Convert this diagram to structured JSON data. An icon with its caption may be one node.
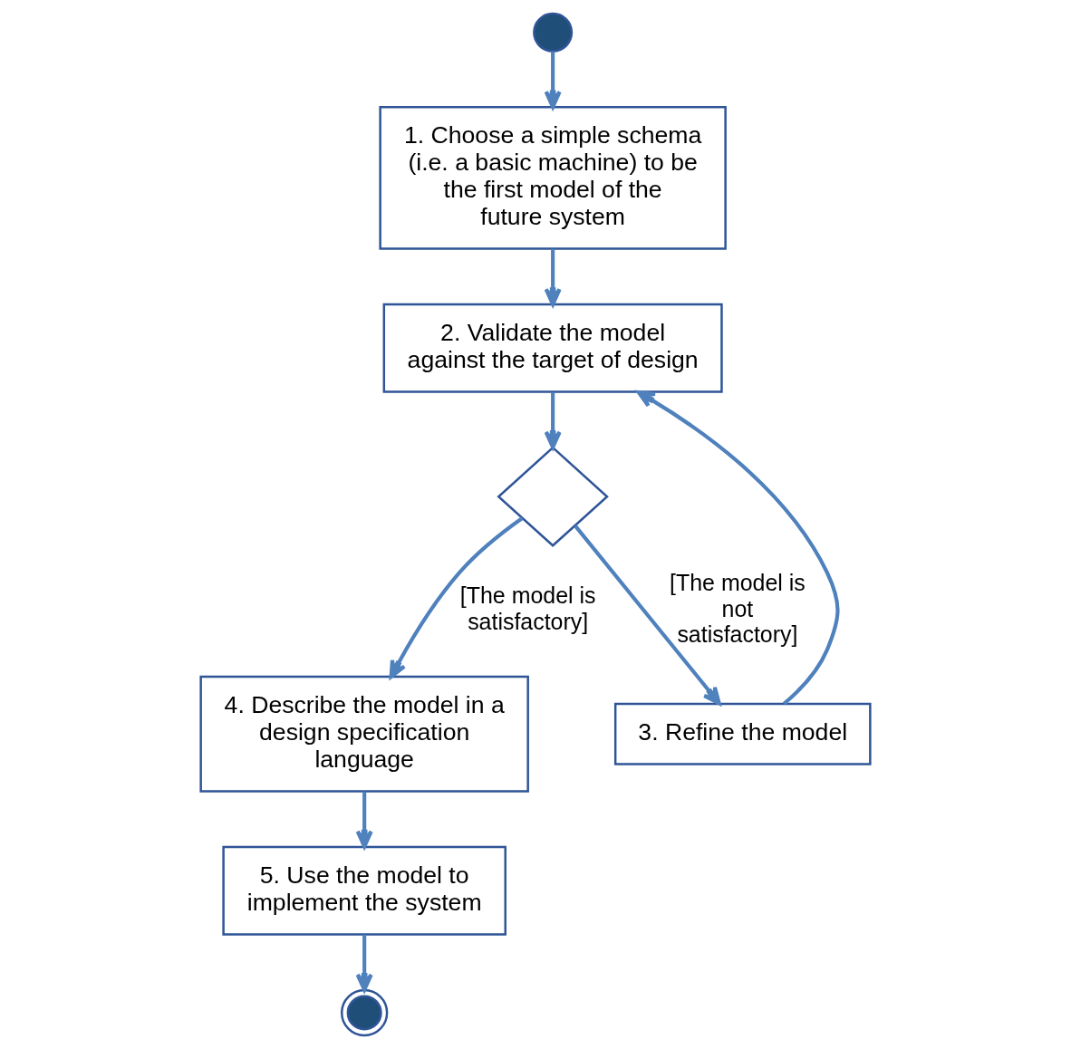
{
  "diagram": {
    "nodes": [
      {
        "text": [],
        "shape": "circle"
      },
      {
        "text": [
          "1. Choose a simple schema (i.e. a basic machine) to be the first model of the future system"
        ]
      },
      {
        "text": [
          "2. Validate the model against the target of design"
        ]
      },
      {
        "text": [],
        "shape": "diamond"
      },
      {
        "text": [
          "4. Describe the model in a design specification language"
        ]
      },
      {
        "text": [
          "3. Refine the model"
        ]
      },
      {
        "text": [
          "5. Use the model to implement the system"
        ]
      },
      {
        "text": [],
        "shape": "circle"
      }
    ],
    "edges": [
      {
        "from": 0,
        "to": 1,
        "arrow": "to"
      },
      {
        "from": 1,
        "to": 2,
        "arrow": "to"
      },
      {
        "from": 2,
        "to": 3,
        "arrow": "to"
      },
      {
        "from": 3,
        "to": 4,
        "arrow": "to",
        "label": "[The model is satisfactory]"
      },
      {
        "from": 3,
        "to": 5,
        "arrow": "to",
        "label": "[The model is not satisfactory]"
      },
      {
        "from": 5,
        "to": 2,
        "arrow": "to"
      },
      {
        "from": 4,
        "to": 6,
        "arrow": "to"
      },
      {
        "from": 6,
        "to": 7,
        "arrow": "to"
      }
    ]
  }
}
